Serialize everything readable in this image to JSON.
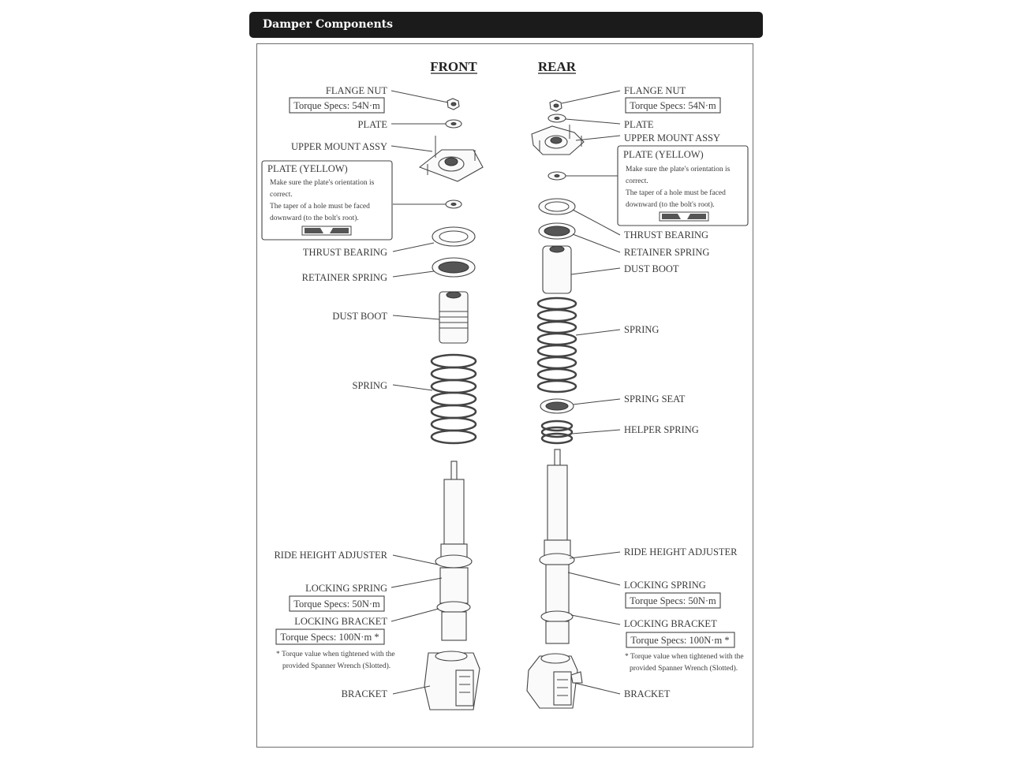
{
  "title": "Damper Components",
  "front": {
    "heading": "FRONT",
    "labels": {
      "flange_nut": "FLANGE NUT",
      "plate": "PLATE",
      "upper_mount": "UPPER MOUNT ASSY",
      "thrust_bearing": "THRUST BEARING",
      "retainer_spring": "RETAINER SPRING",
      "dust_boot": "DUST BOOT",
      "spring": "SPRING",
      "ride_height_adjuster": "RIDE HEIGHT ADJUSTER",
      "locking_spring": "LOCKING SPRING",
      "locking_bracket": "LOCKING BRACKET",
      "bracket": "BRACKET"
    },
    "torque_flange": "Torque Specs: 54N·m",
    "torque_locking_spring": "Torque Specs: 50N·m",
    "torque_locking_bracket": "Torque Specs: 100N·m *",
    "note_line1": "* Torque value when tightened with the",
    "note_line2": "provided Spanner Wrench (Slotted).",
    "plate_yellow": {
      "title": "PLATE (YELLOW)",
      "line1": "Make sure the plate's orientation is",
      "line2": "correct.",
      "line3": "The taper of a hole must be faced",
      "line4": "downward (to the bolt's root)."
    }
  },
  "rear": {
    "heading": "REAR",
    "labels": {
      "flange_nut": "FLANGE NUT",
      "plate": "PLATE",
      "upper_mount": "UPPER MOUNT ASSY",
      "thrust_bearing": "THRUST BEARING",
      "retainer_spring": "RETAINER SPRING",
      "dust_boot": "DUST BOOT",
      "spring": "SPRING",
      "spring_seat": "SPRING SEAT",
      "helper_spring": "HELPER SPRING",
      "ride_height_adjuster": "RIDE HEIGHT ADJUSTER",
      "locking_spring": "LOCKING SPRING",
      "locking_bracket": "LOCKING BRACKET",
      "bracket": "BRACKET"
    },
    "torque_flange": "Torque Specs: 54N·m",
    "torque_locking_spring": "Torque Specs: 50N·m",
    "torque_locking_bracket": "Torque Specs: 100N·m *",
    "note_line1": "* Torque value when tightened with the",
    "note_line2": "provided Spanner Wrench (Slotted).",
    "plate_yellow": {
      "title": "PLATE (YELLOW)",
      "line1": "Make sure the plate's orientation is",
      "line2": "correct.",
      "line3": "The taper of a hole must be faced",
      "line4": "downward (to the bolt's root)."
    }
  }
}
